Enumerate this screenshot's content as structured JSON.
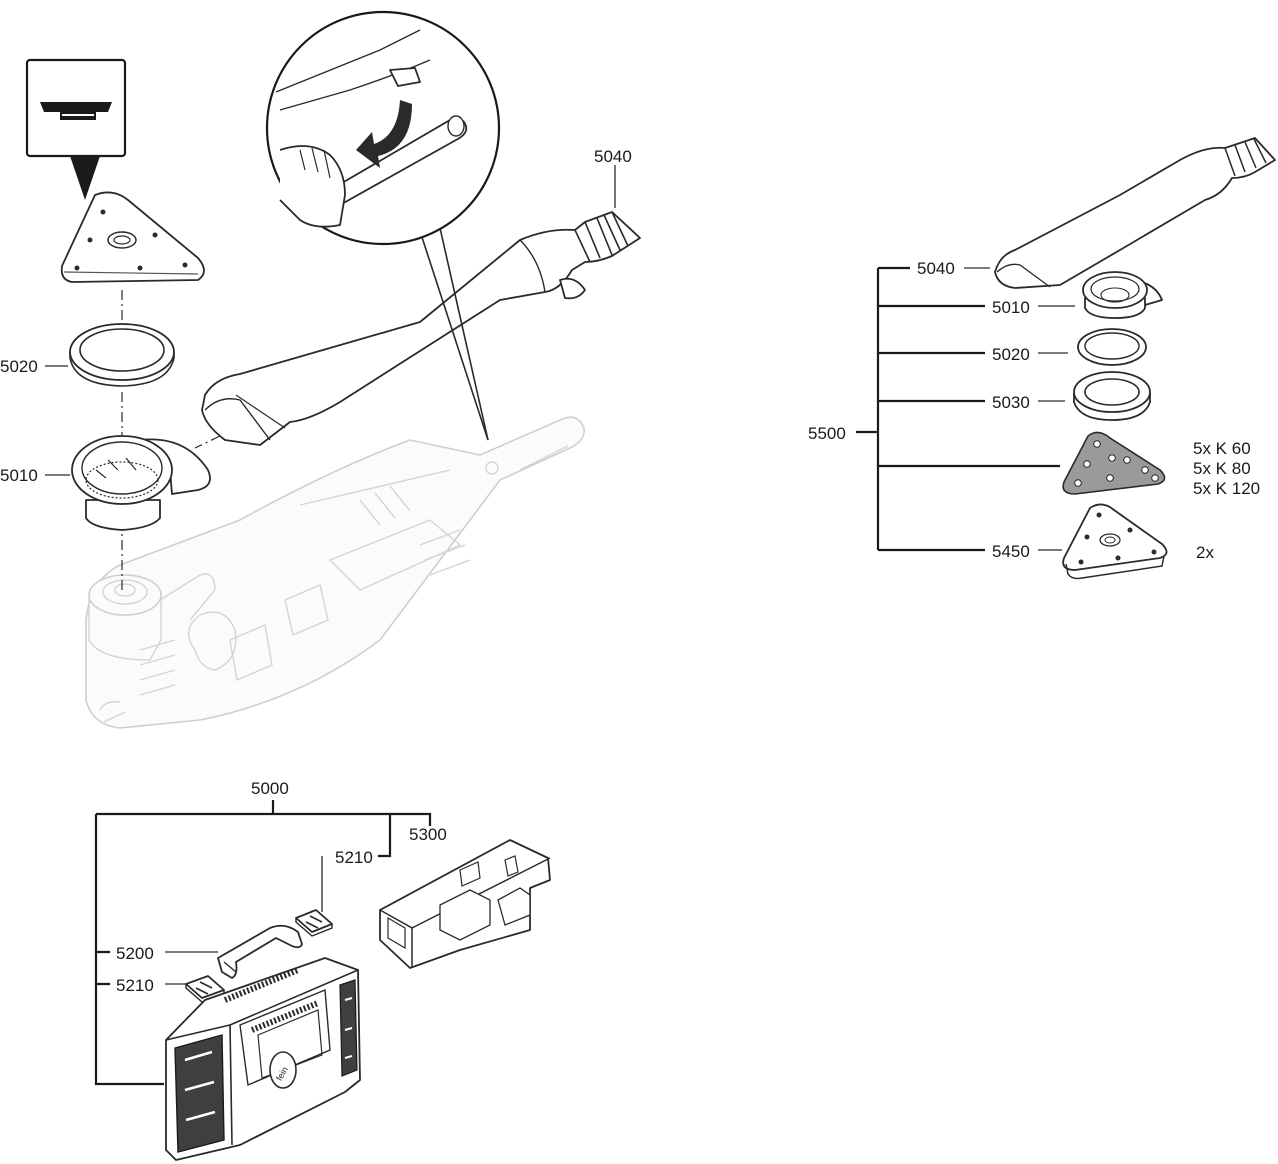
{
  "labels": {
    "hose_left": "5040",
    "ring_left": "5020",
    "adapter_left": "5010",
    "kit": "5500",
    "kit_hose": "5040",
    "kit_adapter": "5010",
    "kit_ring": "5020",
    "kit_seal": "5030",
    "kit_pad": "5450",
    "case_set": "5000",
    "case_clip_top": "5210",
    "case_insert": "5300",
    "case_handle": "5200",
    "case_clip_left": "5210"
  },
  "notes": {
    "sanding_sheets": [
      "5x K 60",
      "5x K 80",
      "5x K 120"
    ],
    "pad_qty": "2x"
  },
  "case_logo_text": "fein"
}
